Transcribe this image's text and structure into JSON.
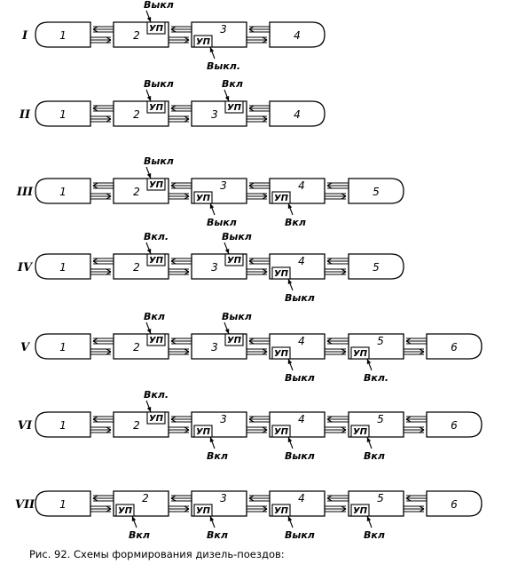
{
  "caption": "Рис. 92. Схемы формирования дизель-поездов:",
  "up_label": "УП",
  "rows": [
    {
      "numeral": "I",
      "cars": [
        {
          "number": "1",
          "kind": "head"
        },
        {
          "number": "2",
          "kind": "mid",
          "up": "top-right",
          "label": "Выкл",
          "label_side": "top"
        },
        {
          "number": "3",
          "kind": "mid",
          "up": "bottom-left",
          "label": "Выкл.",
          "label_side": "bottom"
        },
        {
          "number": "4",
          "kind": "tail"
        }
      ]
    },
    {
      "numeral": "II",
      "cars": [
        {
          "number": "1",
          "kind": "head"
        },
        {
          "number": "2",
          "kind": "mid",
          "up": "top-right",
          "label": "Выкл",
          "label_side": "top"
        },
        {
          "number": "3",
          "kind": "mid",
          "up": "top-right",
          "label": "Вкл",
          "label_side": "top"
        },
        {
          "number": "4",
          "kind": "tail"
        }
      ]
    },
    {
      "numeral": "III",
      "cars": [
        {
          "number": "1",
          "kind": "head"
        },
        {
          "number": "2",
          "kind": "mid",
          "up": "top-right",
          "label": "Выкл",
          "label_side": "top"
        },
        {
          "number": "3",
          "kind": "mid",
          "up": "bottom-left",
          "label": "Выкл",
          "label_side": "bottom"
        },
        {
          "number": "4",
          "kind": "mid",
          "up": "bottom-left",
          "label": "Вкл",
          "label_side": "bottom"
        },
        {
          "number": "5",
          "kind": "tail"
        }
      ]
    },
    {
      "numeral": "IV",
      "cars": [
        {
          "number": "1",
          "kind": "head"
        },
        {
          "number": "2",
          "kind": "mid",
          "up": "top-right",
          "label": "Вкл.",
          "label_side": "top"
        },
        {
          "number": "3",
          "kind": "mid",
          "up": "top-right",
          "label": "Выкл",
          "label_side": "top"
        },
        {
          "number": "4",
          "kind": "mid",
          "up": "bottom-left",
          "label": "Выкл",
          "label_side": "bottom"
        },
        {
          "number": "5",
          "kind": "tail"
        }
      ]
    },
    {
      "numeral": "V",
      "cars": [
        {
          "number": "1",
          "kind": "head"
        },
        {
          "number": "2",
          "kind": "mid",
          "up": "top-right",
          "label": "Вкл",
          "label_side": "top"
        },
        {
          "number": "3",
          "kind": "mid",
          "up": "top-right",
          "label": "Выкл",
          "label_side": "top"
        },
        {
          "number": "4",
          "kind": "mid",
          "up": "bottom-left",
          "label": "Выкл",
          "label_side": "bottom"
        },
        {
          "number": "5",
          "kind": "mid",
          "up": "bottom-left",
          "label": "Вкл.",
          "label_side": "bottom"
        },
        {
          "number": "6",
          "kind": "tail"
        }
      ]
    },
    {
      "numeral": "VI",
      "cars": [
        {
          "number": "1",
          "kind": "head"
        },
        {
          "number": "2",
          "kind": "mid",
          "up": "top-right",
          "label": "Вкл.",
          "label_side": "top"
        },
        {
          "number": "3",
          "kind": "mid",
          "up": "bottom-left",
          "label": "Вкл",
          "label_side": "bottom"
        },
        {
          "number": "4",
          "kind": "mid",
          "up": "bottom-left",
          "label": "Выкл",
          "label_side": "bottom"
        },
        {
          "number": "5",
          "kind": "mid",
          "up": "bottom-left",
          "label": "Вкл",
          "label_side": "bottom"
        },
        {
          "number": "6",
          "kind": "tail"
        }
      ]
    },
    {
      "numeral": "VII",
      "cars": [
        {
          "number": "1",
          "kind": "head"
        },
        {
          "number": "2",
          "kind": "mid",
          "up": "bottom-left",
          "label": "Вкл",
          "label_side": "bottom"
        },
        {
          "number": "3",
          "kind": "mid",
          "up": "bottom-left",
          "label": "Вкл",
          "label_side": "bottom"
        },
        {
          "number": "4",
          "kind": "mid",
          "up": "bottom-left",
          "label": "Выкл",
          "label_side": "bottom"
        },
        {
          "number": "5",
          "kind": "mid",
          "up": "bottom-left",
          "label": "Вкл",
          "label_side": "bottom"
        },
        {
          "number": "6",
          "kind": "tail"
        }
      ]
    }
  ]
}
